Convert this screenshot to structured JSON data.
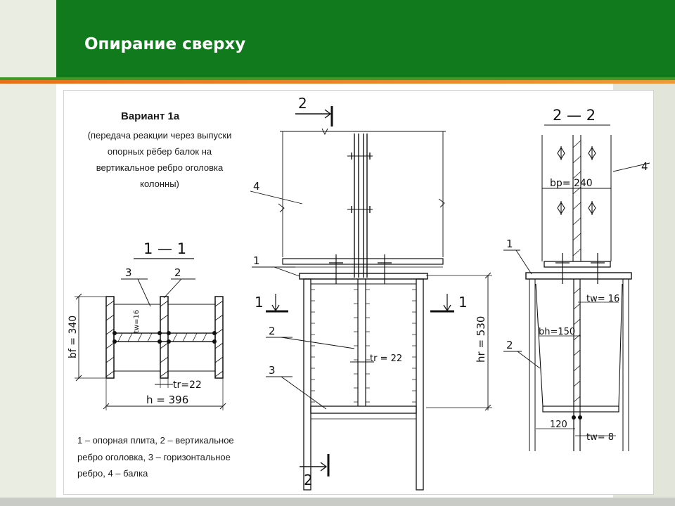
{
  "header": {
    "title": "Опирание сверху"
  },
  "variant": {
    "title": "Вариант 1а",
    "description": "(передача реакции через выпуски опорных рёбер балок на вертикальное ребро оголовка колонны)"
  },
  "legend": {
    "text": "1 – опорная плита, 2 – вертикальное ребро оголовка, 3 – горизонтальное ребро, 4 – балка"
  },
  "drawing": {
    "section_1_1": {
      "title": "1 — 1",
      "callout_3": "3",
      "callout_2": "2",
      "tw_label": "tw=16",
      "bf_label": "bf = 340",
      "tr_label": "tr=22",
      "h_label": "h = 396"
    },
    "elevation": {
      "cut_2_top": "2",
      "cut_2_bottom": "2",
      "cut_1_left": "1",
      "cut_1_right": "1",
      "callout_4": "4",
      "callout_1": "1",
      "callout_2": "2",
      "callout_3": "3",
      "tr_label": "tr = 22",
      "hr_label": "hr = 530"
    },
    "section_2_2": {
      "title": "2 — 2",
      "callout_4": "4",
      "callout_1": "1",
      "callout_2": "2",
      "bp_label": "bp= 240",
      "tw16_label": "tw= 16",
      "bh_label": "bh=150",
      "dim_120": "120",
      "tw8_label": "tw= 8"
    }
  }
}
